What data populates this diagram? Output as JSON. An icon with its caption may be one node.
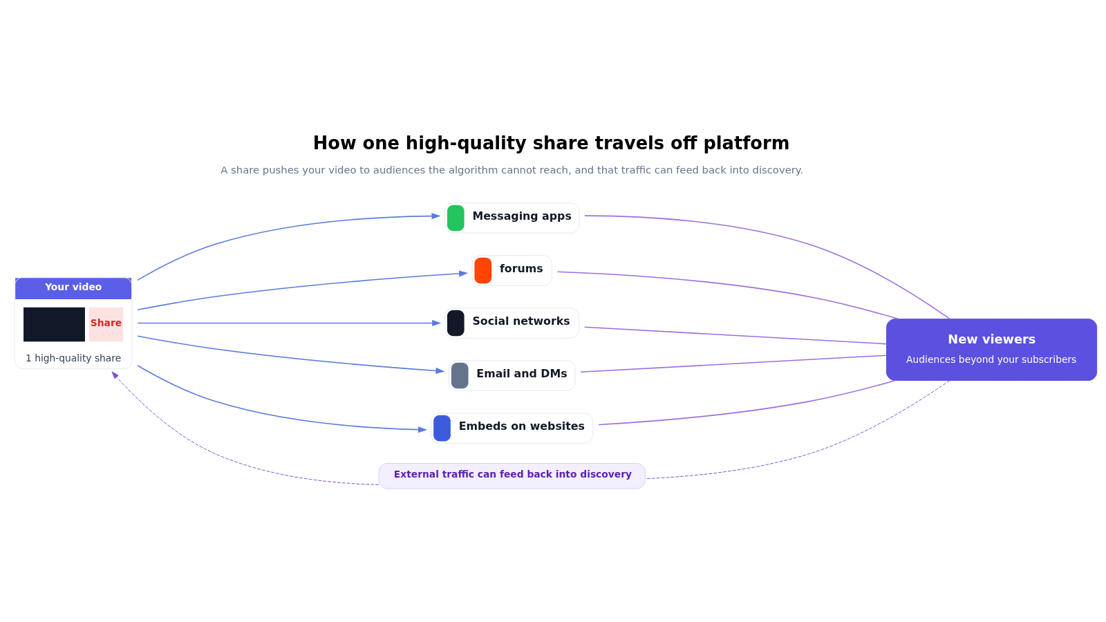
{
  "diagram": {
    "title": "How one high-quality share travels off platform",
    "nodes": [
      {
        "text": [
          "Your video",
          "Share",
          "1 high-quality share"
        ]
      },
      {
        "text": [
          "Messaging apps"
        ]
      },
      {
        "text": [
          "forums"
        ]
      },
      {
        "text": [
          "Social networks"
        ]
      },
      {
        "text": [
          "Email and DMs"
        ]
      },
      {
        "text": [
          "Embeds on websites"
        ]
      },
      {
        "text": [
          "New viewers",
          "Audiences beyond your subscribers"
        ]
      },
      {
        "text": [
          "External traffic can feed back into discovery"
        ]
      }
    ],
    "edges": [
      {
        "from": 0,
        "to": 1,
        "arrow": "to",
        "color": "#5a7be0"
      },
      {
        "from": 0,
        "to": 2,
        "arrow": "to",
        "color": "#5a7be0"
      },
      {
        "from": 0,
        "to": 3,
        "arrow": "to",
        "color": "#5a7be0"
      },
      {
        "from": 0,
        "to": 4,
        "arrow": "to",
        "color": "#5a7be0"
      },
      {
        "from": 0,
        "to": 5,
        "arrow": "to",
        "color": "#5a7be0"
      },
      {
        "from": 1,
        "to": 6,
        "arrow": "none",
        "color": "#9a6fe0"
      },
      {
        "from": 2,
        "to": 6,
        "arrow": "none",
        "color": "#9a6fe0"
      },
      {
        "from": 3,
        "to": 6,
        "arrow": "none",
        "color": "#9a6fe0"
      },
      {
        "from": 4,
        "to": 6,
        "arrow": "none",
        "color": "#9a6fe0"
      },
      {
        "from": 5,
        "to": 6,
        "arrow": "none",
        "color": "#9a6fe0"
      },
      {
        "from": 6,
        "to": 7,
        "arrow": "none",
        "style": "dashed",
        "color": "#7b55d9"
      },
      {
        "from": 7,
        "to": 0,
        "arrow": "to",
        "style": "dashed",
        "color": "#7b55d9"
      }
    ],
    "labels": [
      "A share pushes your video to audiences the algorithm cannot reach, and that traffic can feed back into discovery."
    ]
  }
}
